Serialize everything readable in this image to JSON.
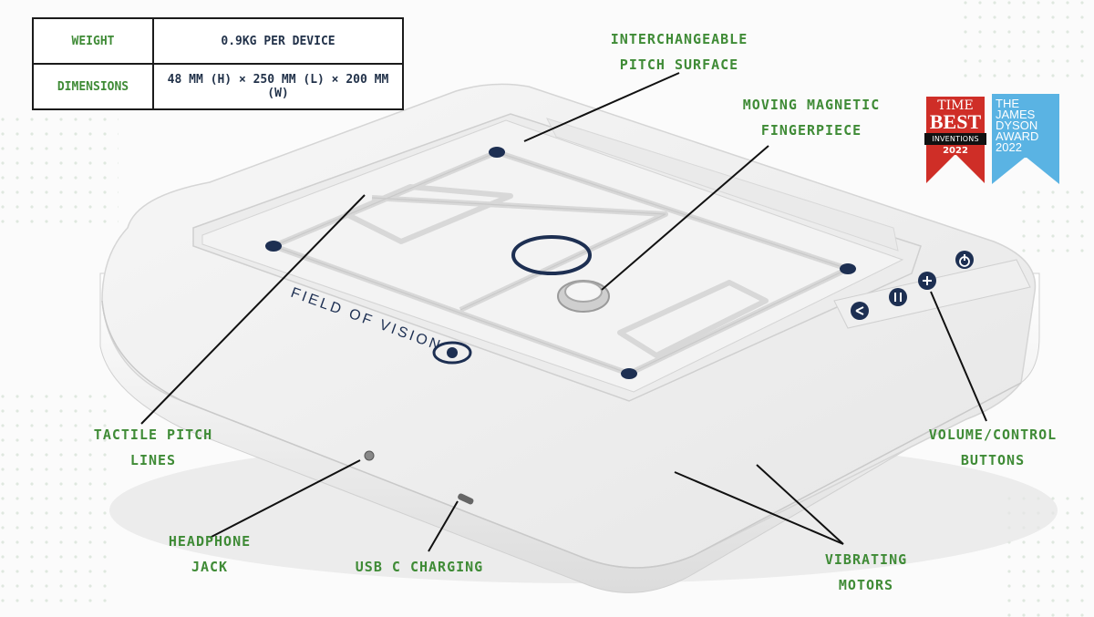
{
  "specs": [
    {
      "key": "Weight",
      "value": "0.9kg per device"
    },
    {
      "key": "Dimensions",
      "value": "48 mm (H) × 250 mm (L) × 200 mm (W)"
    }
  ],
  "labels": {
    "pitch_surface": [
      "INTERCHANGEABLE",
      "PITCH SURFACE"
    ],
    "fingerpiece": [
      "MOVING MAGNETIC",
      "FINGERPIECE"
    ],
    "tactile": [
      "TACTILE PITCH",
      "LINES"
    ],
    "volume": [
      "VOLUME/CONTROL",
      "BUTTONS"
    ],
    "headphone": [
      "HEADPHONE",
      "JACK"
    ],
    "usb": [
      "USB C CHARGING"
    ],
    "vibrating": [
      "VIBRATING",
      "MOTORS"
    ]
  },
  "device": {
    "brand_text": "FIELD OF VISION",
    "button_icons": [
      "power-icon",
      "volume-down-icon",
      "pause-icon",
      "plus-icon"
    ]
  },
  "badges": {
    "time": {
      "line1": "TIME",
      "line2": "BEST",
      "line3": "INVENTIONS",
      "year": "2022"
    },
    "dyson": {
      "lines": [
        "THE",
        "JAMES",
        "DYSON",
        "AWARD",
        "2022"
      ]
    }
  },
  "colors": {
    "label_green": "#3f8b36",
    "navy": "#1d2f52",
    "time_red": "#cf2e27",
    "dyson_blue": "#5ab3e3"
  }
}
